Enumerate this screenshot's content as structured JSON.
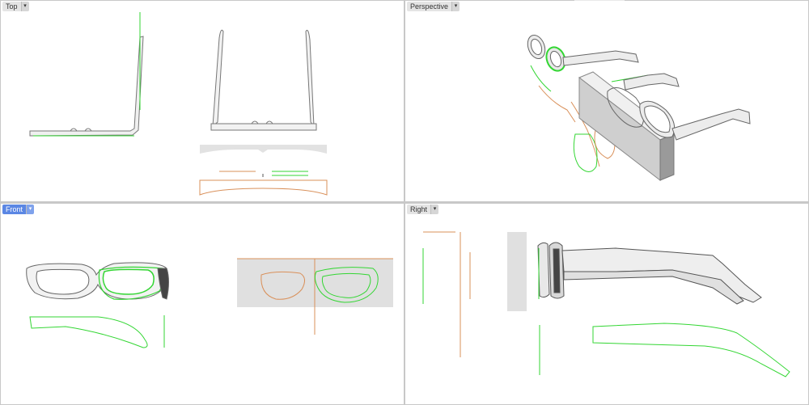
{
  "viewports": {
    "top": {
      "label": "Top",
      "active": false
    },
    "perspective": {
      "label": "Perspective",
      "active": false
    },
    "front": {
      "label": "Front",
      "active": true
    },
    "right": {
      "label": "Right",
      "active": false
    }
  },
  "colors": {
    "active_tab": "#5b87e4",
    "curve_green": "#33d633",
    "curve_orange": "#d9905a",
    "surface_gray": "#e0e0e0",
    "background": "#ffffff"
  },
  "icons": {
    "viewport_menu": "chevron-down-icon"
  }
}
